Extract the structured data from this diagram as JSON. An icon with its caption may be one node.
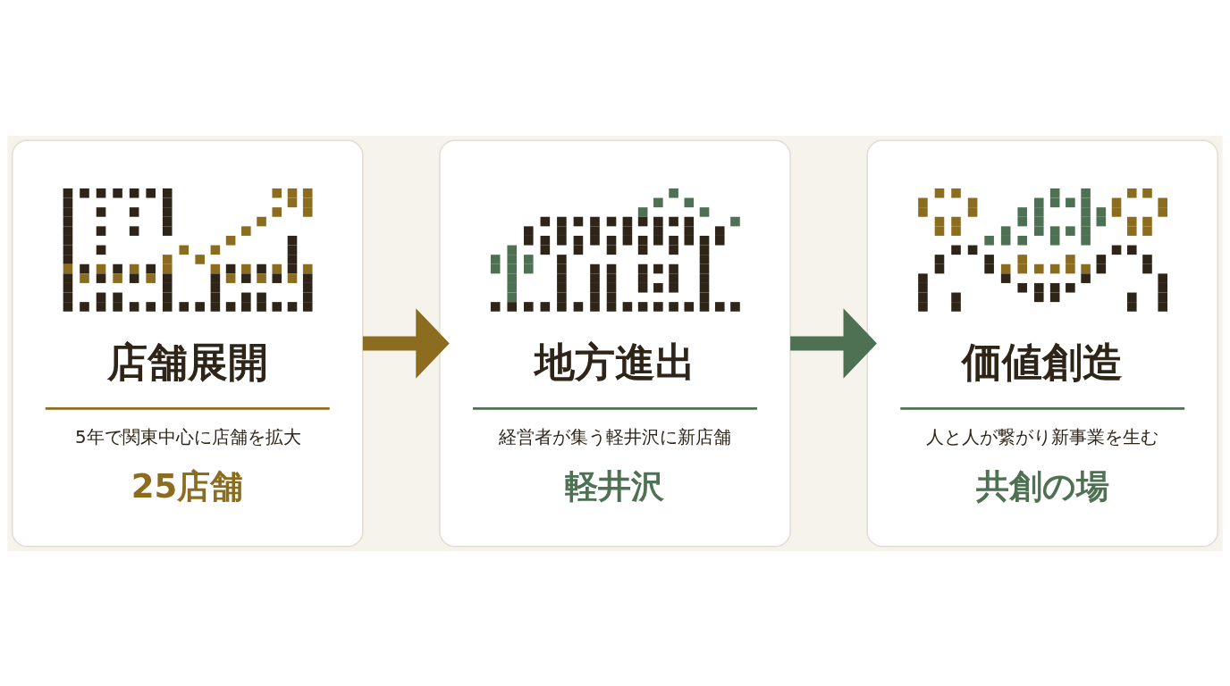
{
  "diagram": {
    "nodes": [
      {
        "text": [
          "店舗展開",
          "5年で関東中心に店舗を拡大",
          "25店舗"
        ]
      },
      {
        "text": [
          "地方進出",
          "経営者が集う軽井沢に新店舗",
          "軽井沢"
        ]
      },
      {
        "text": [
          "価値創造",
          "人と人が繋がり新事業を生む",
          "共創の場"
        ]
      }
    ],
    "edges": [
      {
        "from": 0,
        "to": 1,
        "arrow": "to",
        "color": "#8c6d1f"
      },
      {
        "from": 1,
        "to": 2,
        "arrow": "to",
        "color": "#4e7153"
      }
    ]
  }
}
